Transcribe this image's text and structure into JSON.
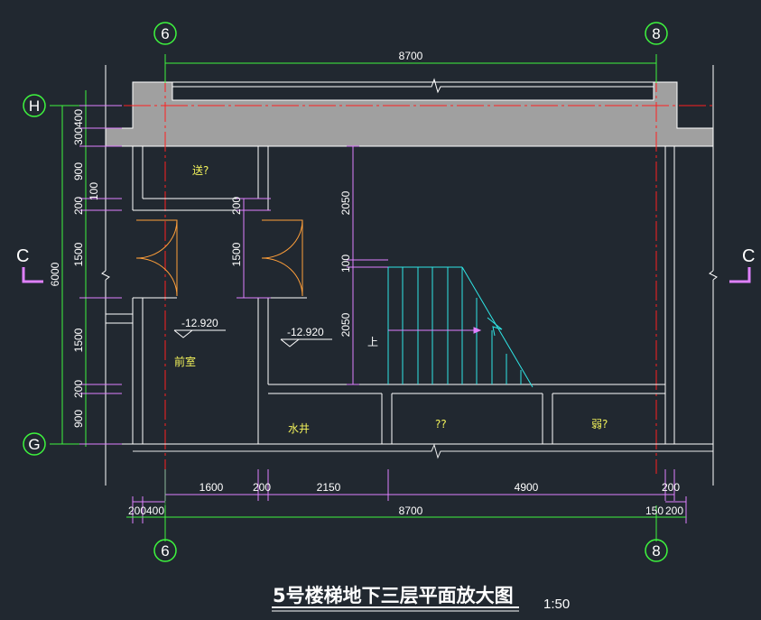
{
  "drawing": {
    "title": "5号楼梯地下三层平面放大图",
    "scale": "1:50",
    "axes": {
      "six": "6",
      "eight": "8",
      "h": "H",
      "g": "G"
    },
    "section_mark": "C",
    "rooms": {
      "top_small": "送?",
      "front_room": "前室",
      "shaft": "水井",
      "middle_room": "??",
      "right_room": "弱?"
    },
    "stair_label": "上",
    "levels": {
      "front_room": "-12.920",
      "stair_hall": "-12.920"
    },
    "dims": {
      "top_total": "8700",
      "bottom_total": "8700",
      "bottom_segments": [
        "1600",
        "200",
        "2150",
        "4900",
        "200"
      ],
      "bottom_offsets": [
        "200",
        "400",
        "150",
        "200"
      ],
      "left_overall": "6000",
      "left_chain": [
        "400",
        "300",
        "900",
        "100",
        "200",
        "1500",
        "1500",
        "200",
        "900"
      ],
      "door_inner": [
        "200",
        "1500"
      ],
      "stair_chain": [
        "2050",
        "100",
        "2050"
      ]
    }
  }
}
